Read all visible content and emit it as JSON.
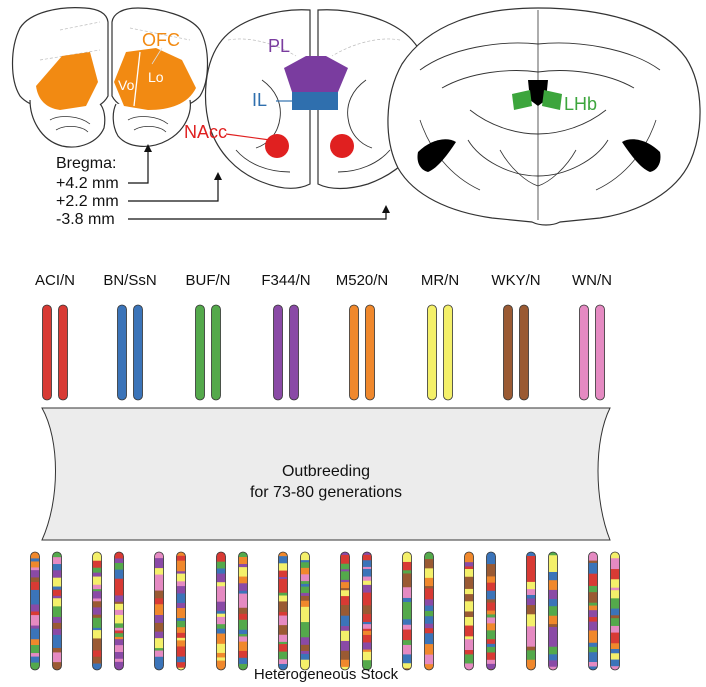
{
  "brain": {
    "regions": {
      "ofc": "OFC",
      "vo": "Vo",
      "lo": "Lo",
      "pl": "PL",
      "il": "IL",
      "nacc": "NAcc",
      "lhb": "LHb"
    },
    "bregma": {
      "title": "Bregma:",
      "levels": [
        "+4.2 mm",
        "+2.2 mm",
        "-3.8 mm"
      ]
    },
    "colors": {
      "ofc": "#f28a12",
      "pl": "#7a3c9f",
      "il": "#2f6fae",
      "nacc": "#e02020",
      "lhb": "#3ca53c",
      "outline": "#333333"
    }
  },
  "founders": {
    "strains": [
      {
        "name": "ACI/N",
        "color": "#d83a34"
      },
      {
        "name": "BN/SsN",
        "color": "#3b74b9"
      },
      {
        "name": "BUF/N",
        "color": "#54a94b"
      },
      {
        "name": "F344/N",
        "color": "#8a4aa6"
      },
      {
        "name": "M520/N",
        "color": "#f0882c"
      },
      {
        "name": "MR/N",
        "color": "#f4f06a"
      },
      {
        "name": "WKY/N",
        "color": "#9a5a33"
      },
      {
        "name": "WN/N",
        "color": "#e58ac2"
      }
    ]
  },
  "process": {
    "line1": "Outbreeding",
    "line2": "for 73-80 generations",
    "fill": "#ececec"
  },
  "offspring": {
    "label": "Heterogeneous Stock"
  }
}
